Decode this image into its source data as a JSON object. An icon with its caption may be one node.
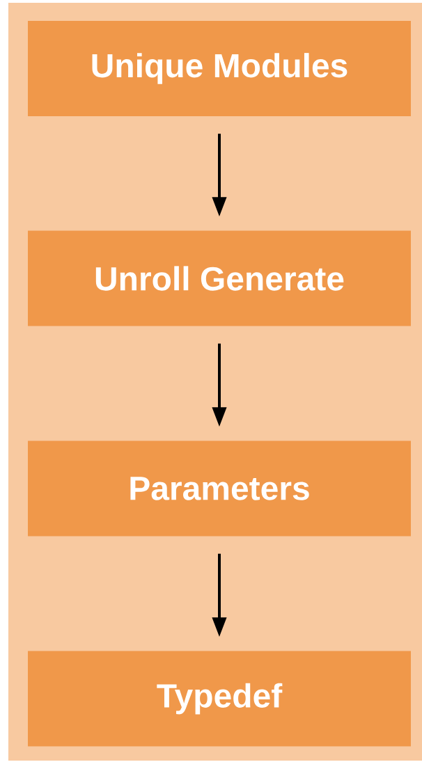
{
  "diagram": {
    "nodes": [
      {
        "text": [
          "Unique Modules"
        ]
      },
      {
        "text": [
          "Unroll Generate"
        ]
      },
      {
        "text": [
          "Parameters"
        ]
      },
      {
        "text": [
          "Typedef"
        ]
      }
    ],
    "edges": [
      {
        "from": 0,
        "to": 1,
        "arrow": "to"
      },
      {
        "from": 1,
        "to": 2,
        "arrow": "to"
      },
      {
        "from": 2,
        "to": 3,
        "arrow": "to"
      }
    ]
  }
}
